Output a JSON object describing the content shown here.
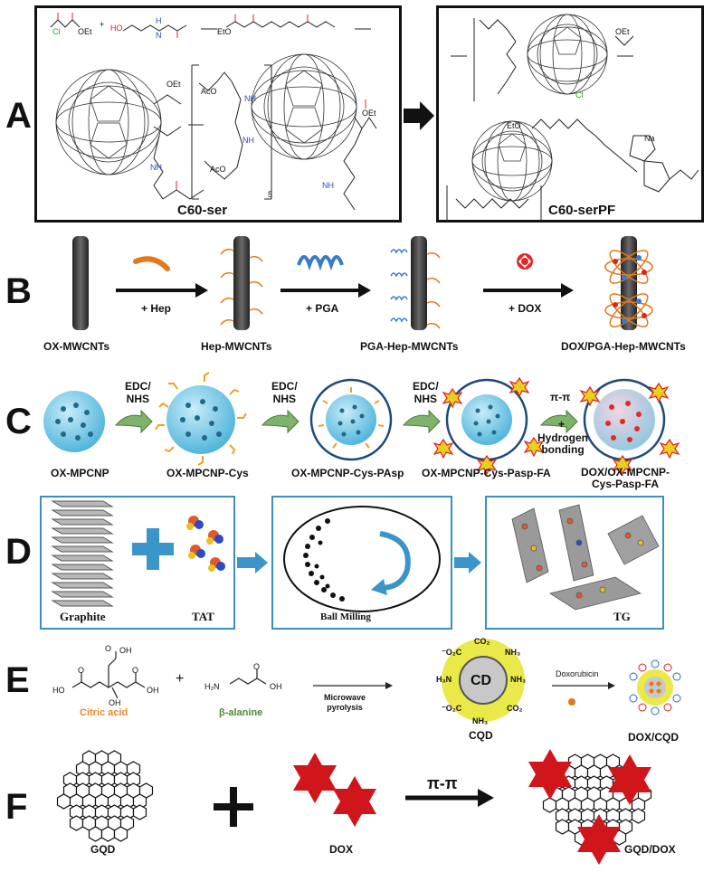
{
  "panel_a": {
    "letter": "A",
    "left_label": "C60-ser",
    "right_label": "C60-serPF",
    "chem": {
      "cl": "Cl",
      "oet": "OEt",
      "plus": "+",
      "ho": "HO",
      "h": "H",
      "n": "N",
      "eto": "EtO",
      "aco1": "AcO",
      "aco2": "AcO",
      "nh": "NH",
      "sub5": "5",
      "na": "Na",
      "cl_minus": "Cl"
    }
  },
  "panel_b": {
    "letter": "B",
    "labels": [
      "OX-MWCNTs",
      "Hep-MWCNTs",
      "PGA-Hep-MWCNTs",
      "DOX/PGA-Hep-MWCNTs"
    ],
    "arrows": [
      "+ Hep",
      "+ PGA",
      "+ DOX"
    ]
  },
  "panel_c": {
    "letter": "C",
    "labels": [
      "OX-MPCNP",
      "OX-MPCNP-Cys",
      "OX-MPCNP-Cys-PAsp",
      "OX-MPCNP-Cys-Pasp-FA",
      "DOX/OX-MPCNP-\nCys-Pasp-FA"
    ],
    "arrow_labels": [
      "EDC/\nNHS",
      "EDC/\nNHS",
      "EDC/\nNHS"
    ],
    "pi_label": "π-π",
    "plus": "+",
    "hydrogen": "Hydrogen\nbonding"
  },
  "panel_d": {
    "letter": "D",
    "labels": [
      "Graphite",
      "TAT",
      "Ball Milling",
      "TG"
    ]
  },
  "panel_e": {
    "letter": "E",
    "citric": "Citric acid",
    "alanine": "β-alanine",
    "plus": "+",
    "pyro": "Microwave\npyrolysis",
    "cd": "CD",
    "cqd": "CQD",
    "dox_label": "Doxorubicin",
    "doxcqd": "DOX/CQD",
    "oh": "OH",
    "o": "O",
    "ho": "HO",
    "h2n": "H₂N",
    "co2": "CO₂",
    "nh3": "NH₃",
    "o2c": "⁻O₂C",
    "h3n": "H₃N"
  },
  "panel_f": {
    "letter": "F",
    "labels": [
      "GQD",
      "DOX",
      "GQD/DOX"
    ],
    "arrow": "π-π",
    "plus": "+"
  },
  "colors": {
    "citric": "#e8892b",
    "alanine": "#4a8a3a",
    "dox_red": "#d0161b",
    "blue_arrow": "#3a95c8",
    "cd_yellow": "#e9e94a"
  }
}
